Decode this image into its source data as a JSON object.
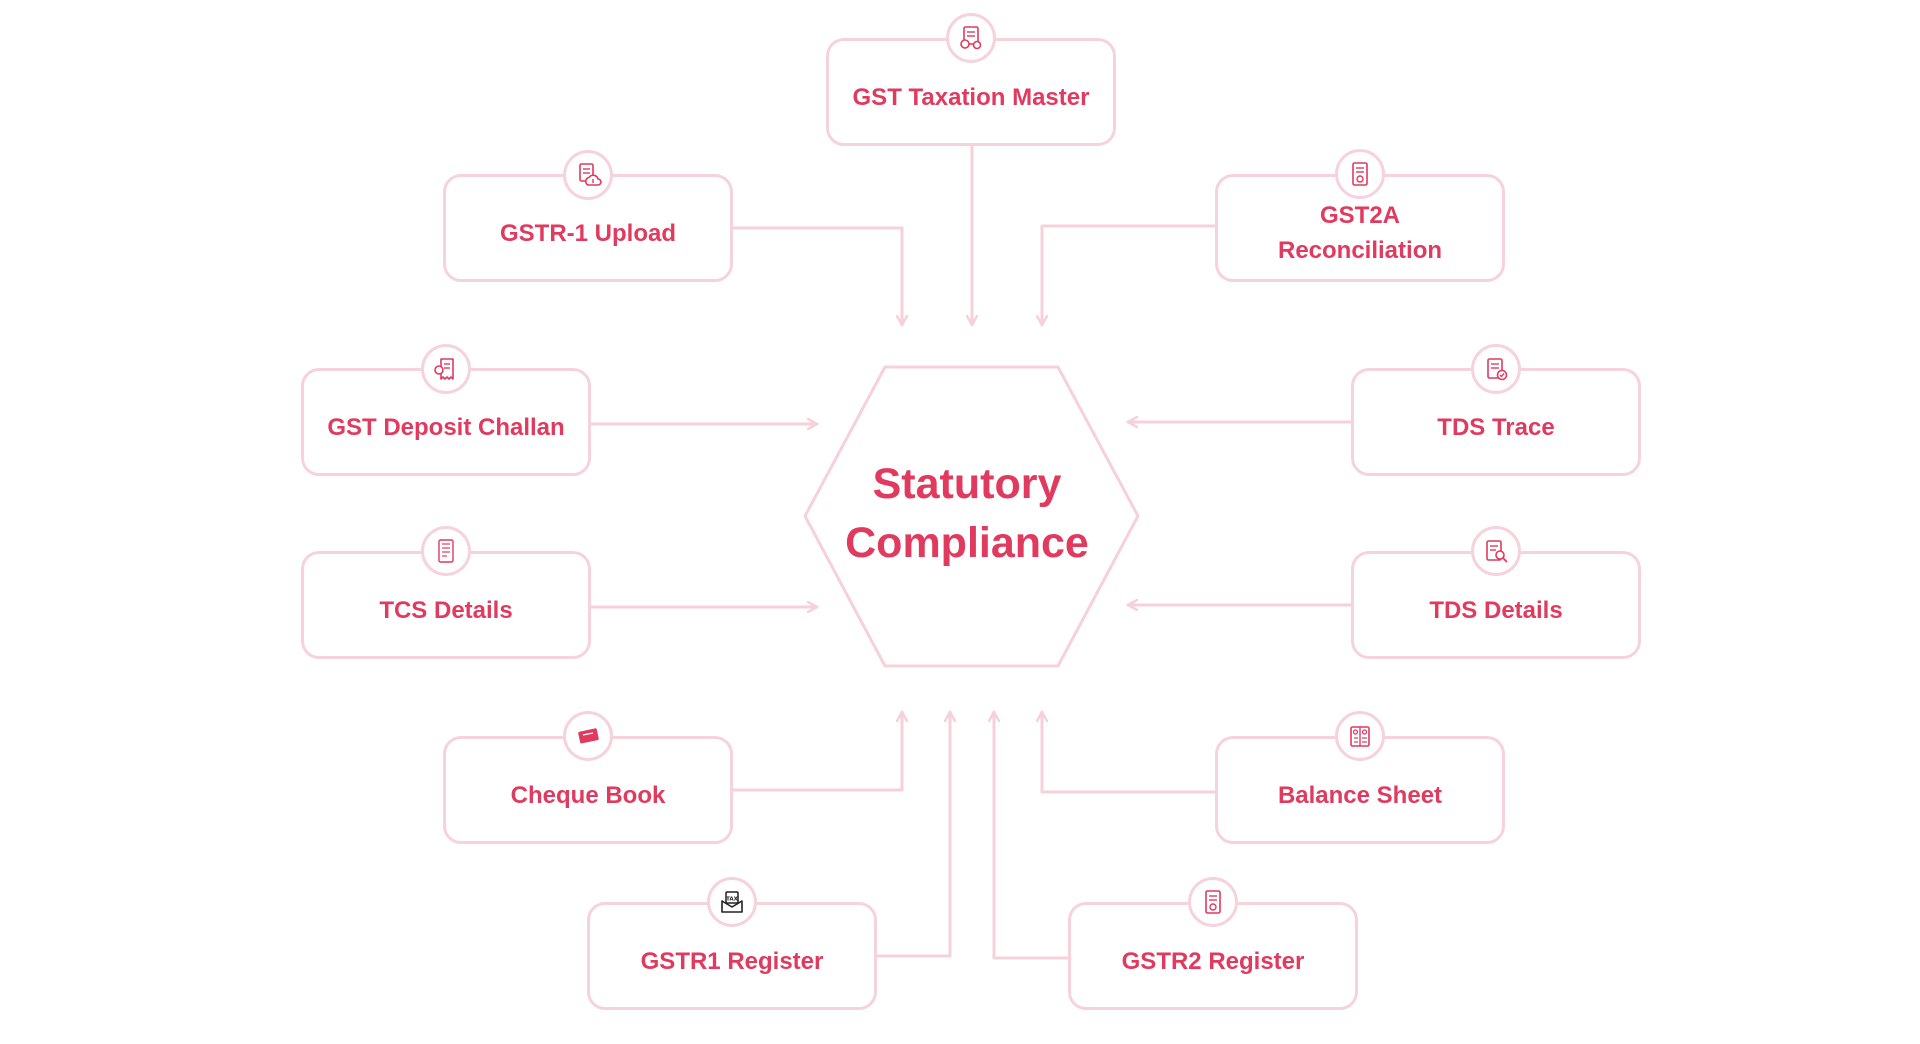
{
  "hub": {
    "title_line1": "Statutory",
    "title_line2": "Compliance"
  },
  "nodes": {
    "gst_taxation_master": {
      "label": "GST Taxation Master",
      "icon": "tax-invoice-icon"
    },
    "gstr1_upload": {
      "label": "GSTR-1 Upload",
      "icon": "cloud-upload-document-icon"
    },
    "gst2a_reconciliation": {
      "line1": "GST2A",
      "line2": "Reconciliation",
      "icon": "gst-document-icon"
    },
    "gst_deposit_challan": {
      "label": "GST Deposit Challan",
      "icon": "receipt-icon"
    },
    "tds_trace": {
      "label": "TDS Trace",
      "icon": "document-check-icon"
    },
    "tcs_details": {
      "label": "TCS Details",
      "icon": "form-document-icon"
    },
    "tds_details": {
      "label": "TDS Details",
      "icon": "document-search-icon"
    },
    "cheque_book": {
      "label": "Cheque Book",
      "icon": "cheque-icon"
    },
    "balance_sheet": {
      "label": "Balance Sheet",
      "icon": "ledger-icon"
    },
    "gstr1_register": {
      "label": "GSTR1 Register",
      "icon": "tax-envelope-icon"
    },
    "gstr2_register": {
      "label": "GSTR2 Register",
      "icon": "gst-document-icon"
    }
  },
  "colors": {
    "accent": "#e03a5f",
    "line": "#f6d0da",
    "border": "#f6d3dc"
  }
}
